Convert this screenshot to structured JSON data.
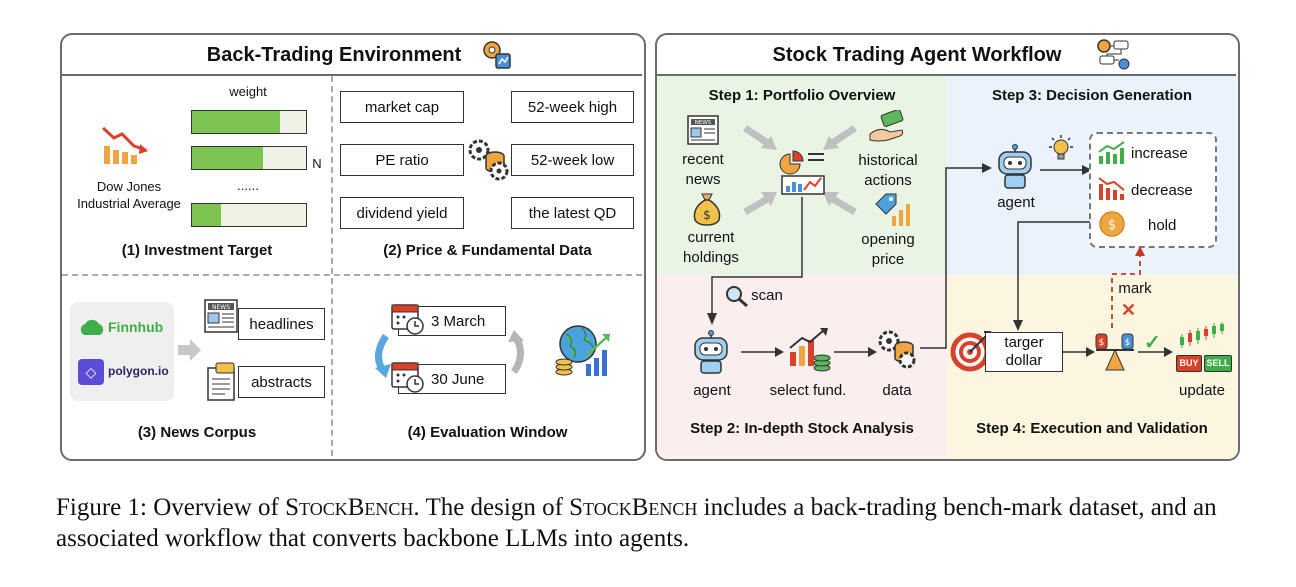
{
  "left_panel": {
    "title": "Back-Trading Environment",
    "investment_target": {
      "weight_label": "weight",
      "n_label": "N",
      "ellipsis": "......",
      "index_name": [
        "Dow Jones",
        "Industrial Average"
      ],
      "bar_fills": [
        0.77,
        0.62,
        0.25
      ],
      "caption": "(1)  Investment Target"
    },
    "price_data": {
      "left_boxes": [
        "market cap",
        "PE ratio",
        "dividend yield"
      ],
      "right_boxes": [
        "52-week high",
        "52-week low",
        "the latest QD"
      ],
      "caption": "(2)  Price & Fundamental Data"
    },
    "news_corpus": {
      "sources": [
        "Finnhub",
        "polygon.io"
      ],
      "items": [
        "headlines",
        "abstracts"
      ],
      "caption": "(3)  News Corpus"
    },
    "evaluation_window": {
      "start": "3 March",
      "end": "30 June",
      "caption": "(4)  Evaluation Window"
    }
  },
  "right_panel": {
    "title": "Stock Trading Agent Workflow",
    "step1": {
      "title": "Step 1: Portfolio Overview",
      "inputs": {
        "recent_news": [
          "recent",
          "news"
        ],
        "current_holdings": [
          "current",
          "holdings"
        ],
        "historical_actions": [
          "historical",
          "actions"
        ],
        "opening_price": [
          "opening",
          "price"
        ]
      }
    },
    "step2": {
      "title": "Step 2: In-depth Stock Analysis",
      "scan": "scan",
      "agent": "agent",
      "select": "select fund.",
      "data": "data"
    },
    "step3": {
      "title": "Step 3: Decision Generation",
      "agent": "agent",
      "decisions": [
        "increase",
        "decrease",
        "hold"
      ]
    },
    "step4": {
      "title": "Step 4: Execution and Validation",
      "target": [
        "targer",
        "dollar"
      ],
      "mark": "mark",
      "update": "update",
      "buy": "BUY",
      "sell": "SELL"
    }
  },
  "caption": {
    "figure_label": "Figure 1: Overview of",
    "name": "StockBench",
    "text1": ". The design of",
    "text2": "includes a back-trading bench-mark dataset, and an associated workflow that converts backbone LLMs into agents."
  },
  "colors": {
    "step1_bg": "#eaf4e4",
    "step2_bg": "#fbeeee",
    "step3_bg": "#eaf2fb",
    "step4_bg": "#fcf6e1",
    "bar_fill": "#7dc452",
    "accent_red": "#d9412b",
    "accent_blue": "#3a8fd6"
  }
}
